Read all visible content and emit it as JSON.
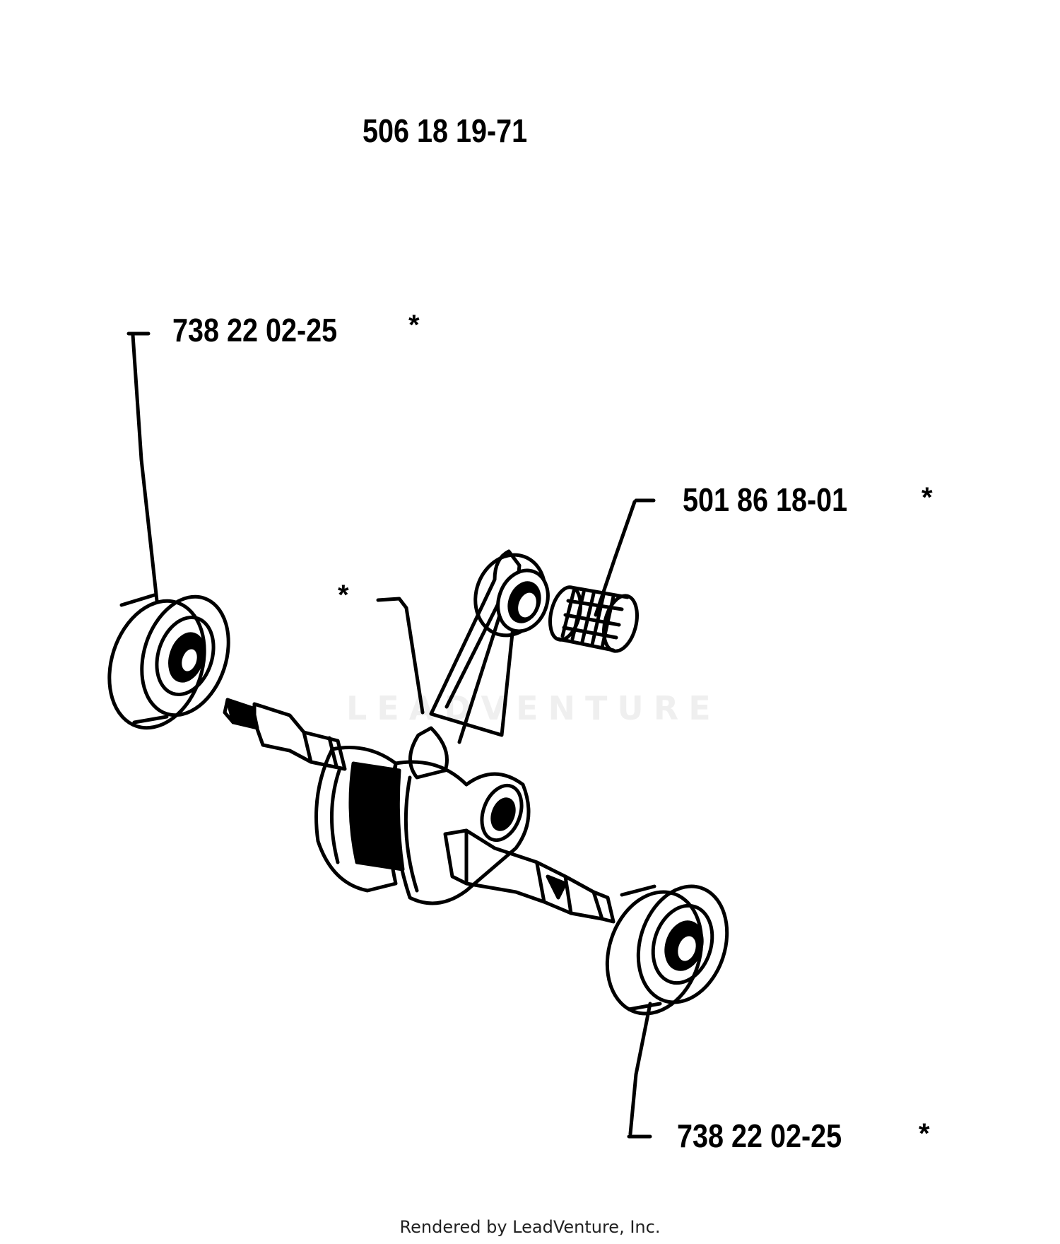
{
  "assembly_part_number": "506 18 19-71",
  "callouts": {
    "bearing_upper": {
      "part_number": "738 22 02-25",
      "marker": "*"
    },
    "needle_bearing": {
      "part_number": "501 86 18-01",
      "marker": "*"
    },
    "connecting_rod": {
      "marker": "*"
    },
    "bearing_lower": {
      "part_number": "738 22 02-25",
      "marker": "*"
    }
  },
  "watermark_text": "LEADVENTURE",
  "footer_text": "Rendered by LeadVenture, Inc."
}
